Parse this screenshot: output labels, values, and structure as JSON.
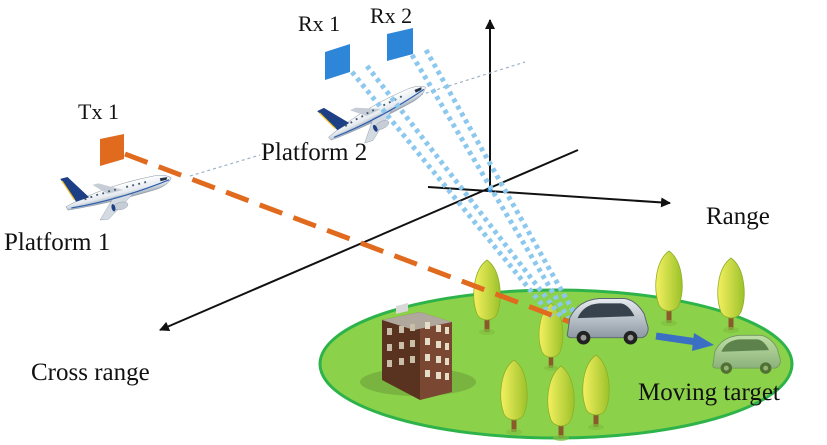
{
  "labels": {
    "tx1": "Tx 1",
    "rx1": "Rx 1",
    "rx2": "Rx 2",
    "platform1": "Platform 1",
    "platform2": "Platform 2",
    "range_axis": "Range",
    "cross_range_axis": "Cross range",
    "moving_target": "Moving target"
  },
  "colors": {
    "transmitter": "#E06A1E",
    "receiver": "#2E86D8",
    "tx_beam": "#E06A1E",
    "rx_beam": "#8CC8EE",
    "ground": "#8CD14A",
    "ground_border": "#2DB34A",
    "motion_arrow": "#3A6FC4"
  },
  "icons": {
    "aircraft": "airliner-icon",
    "building": "building-icon",
    "tree": "tree-icon",
    "car": "car-icon"
  }
}
